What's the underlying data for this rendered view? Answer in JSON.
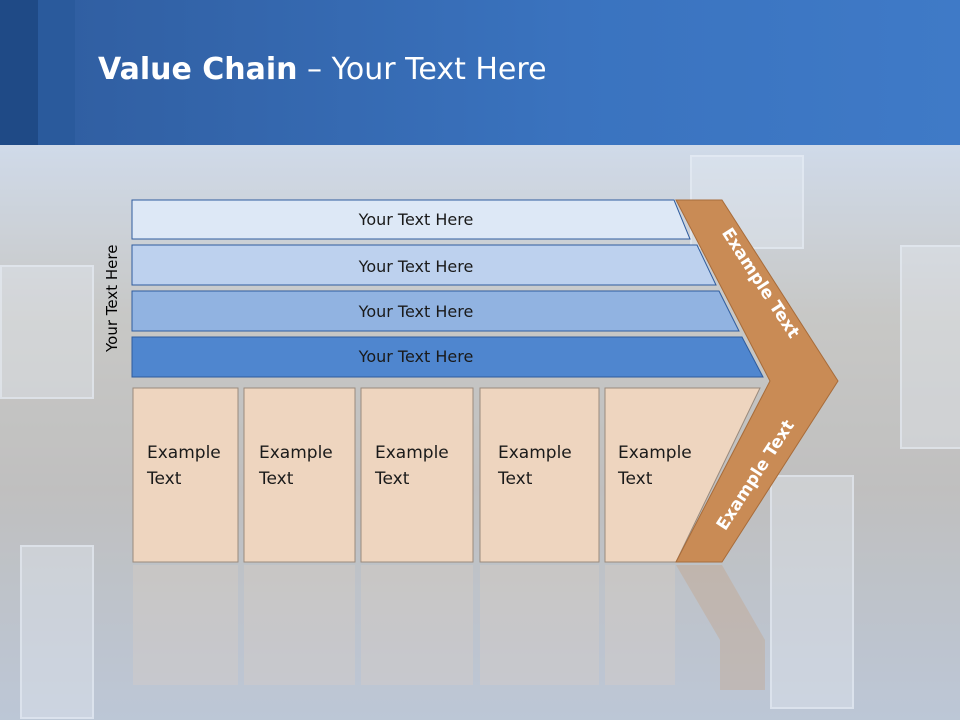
{
  "slide": {
    "title_bold": "Value Chain",
    "title_rest": " – Your Text Here",
    "vertical_label": "Your Text Here"
  },
  "bars": [
    {
      "label": "Your Text Here",
      "color": "#dde8f6"
    },
    {
      "label": "Your Text Here",
      "color": "#bdd1ee"
    },
    {
      "label": "Your Text Here",
      "color": "#91b3e1"
    },
    {
      "label": "Your Text Here",
      "color": "#4f86cf"
    }
  ],
  "boxes": [
    {
      "line1": "Example",
      "line2": "Text"
    },
    {
      "line1": "Example",
      "line2": "Text"
    },
    {
      "line1": "Example",
      "line2": "Text"
    },
    {
      "line1": "Example",
      "line2": "Text"
    },
    {
      "line1": "Example",
      "line2": "Text"
    }
  ],
  "chevron": {
    "upper_text": "Example Text",
    "lower_text": "Example Text",
    "color": "#c98b55"
  },
  "colors": {
    "box_fill": "#eed5bf",
    "header_blue": "#3a73bf"
  }
}
